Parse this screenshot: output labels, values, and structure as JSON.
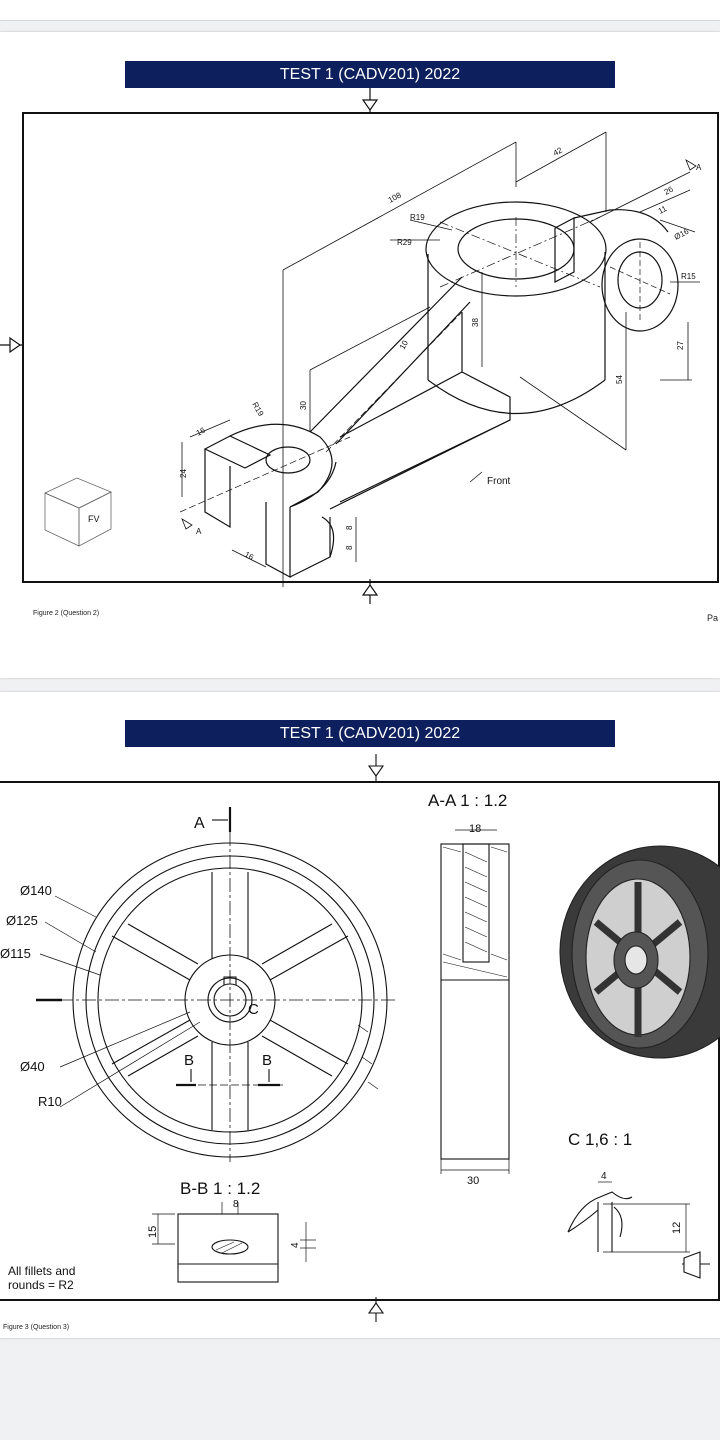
{
  "viewer": {
    "background": "#f0f1f3"
  },
  "page1": {
    "banner_title": "TEST 1 (CADV201) 2022",
    "caption": "Figure 2 (Question 2)",
    "page_label": "Pa",
    "dims": {
      "d108": "108",
      "d42": "42",
      "d26": "26",
      "d11": "11",
      "d16dia": "Ø16",
      "r15": "R15",
      "r19": "R19",
      "r29": "R29",
      "d38": "38",
      "d27": "27",
      "d54": "54",
      "d10": "10",
      "d30": "30",
      "r19b": "R19",
      "d16a": "16",
      "d24": "24",
      "d16b": "16",
      "d8a": "8",
      "d8b": "8",
      "sec_a1": "A",
      "sec_a2": "A",
      "front": "Front",
      "fv": "FV"
    }
  },
  "page2": {
    "banner_title": "TEST 1 (CADV201) 2022",
    "caption": "Figure 3 (Question 3)",
    "note": "All fillets and rounds = R2",
    "section_aa": "A-A 1 : 1.2",
    "section_bb": "B-B 1 : 1.2",
    "detail_c": "C 1,6 : 1",
    "labels": {
      "a_marker": "A",
      "b1": "B",
      "b2": "B",
      "c": "C",
      "d140": "Ø140",
      "d125": "Ø125",
      "d115": "Ø115",
      "d40": "Ø40",
      "r10": "R10",
      "w18": "18",
      "w30": "30",
      "bb8": "8",
      "bb15": "15",
      "bb4": "4",
      "c4": "4",
      "c12": "12"
    }
  },
  "colors": {
    "banner": "#0d1f5c",
    "line": "#111111"
  }
}
